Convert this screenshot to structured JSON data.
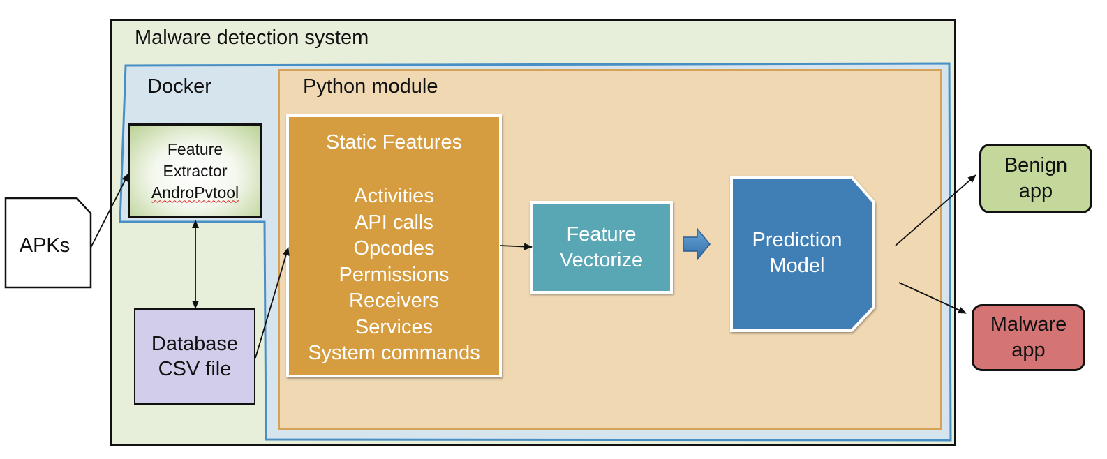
{
  "system": {
    "title": "Malware detection system"
  },
  "docker": {
    "title": "Docker"
  },
  "python": {
    "title": "Python module"
  },
  "extractor": {
    "lines": [
      "Feature",
      "Extractor",
      "AndroPvtool"
    ]
  },
  "database": {
    "lines": [
      "Database",
      "CSV file"
    ]
  },
  "static_features": {
    "title": "Static Features",
    "items": [
      "Activities",
      "API calls",
      "Opcodes",
      "Permissions",
      "Receivers",
      "Services",
      "System commands"
    ]
  },
  "vectorize": {
    "lines": [
      "Feature",
      "Vectorize"
    ]
  },
  "model": {
    "lines": [
      "Prediction",
      "Model"
    ]
  },
  "input": {
    "label": "APKs"
  },
  "outputs": {
    "benign": [
      "Benign",
      "app"
    ],
    "malware": [
      "Malware",
      "app"
    ]
  },
  "colors": {
    "system_bg": "#e7efda",
    "docker_bg": "#d6e4ee",
    "docker_border": "#4a8fc4",
    "python_bg": "#efd8b2",
    "static_bg": "#d69d40",
    "vectorize_bg": "#59a7b4",
    "model_bg": "#3f7fb6",
    "database_bg": "#d2cdeb",
    "benign_bg": "#c3d89a",
    "malware_bg": "#d47474"
  }
}
